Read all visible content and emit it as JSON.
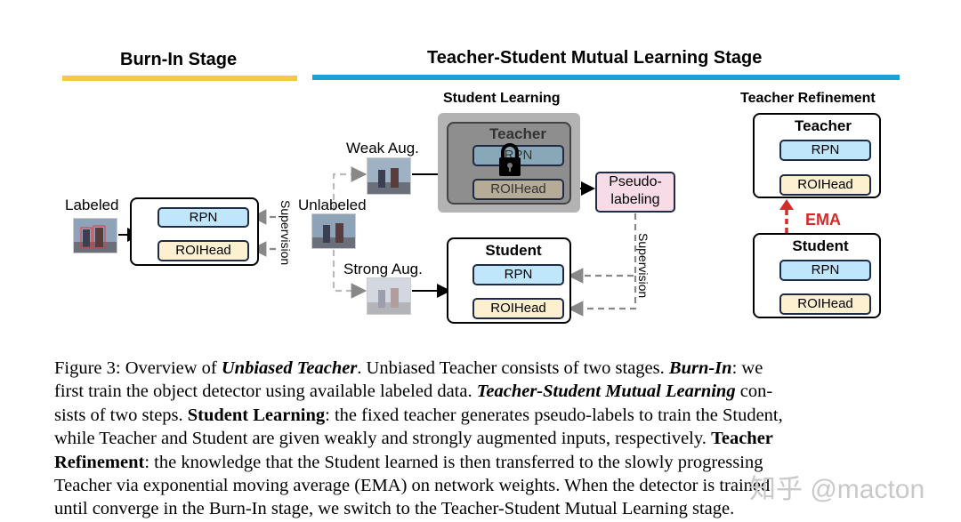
{
  "stages": {
    "burn_in": {
      "title": "Burn-In Stage",
      "color": "#f6c944"
    },
    "mutual": {
      "title": "Teacher-Student Mutual Learning Stage",
      "color": "#1ea0d6"
    }
  },
  "sections": {
    "student_learning": "Student Learning",
    "teacher_refinement": "Teacher Refinement"
  },
  "labels": {
    "labeled": "Labeled",
    "unlabeled": "Unlabeled",
    "weak_aug": "Weak Aug.",
    "strong_aug": "Strong Aug.",
    "supervision": "Supervision",
    "pseudo_labeling": "Pseudo-\nlabeling",
    "ema": "EMA"
  },
  "modules": {
    "rpn": "RPN",
    "roihead": "ROIHead",
    "teacher": "Teacher",
    "student": "Student"
  },
  "icons": [
    "lock-icon",
    "image-thumbnail"
  ],
  "caption": {
    "lines": [
      [
        {
          "t": "Figure 3:  Overview of ",
          "s": "n"
        },
        {
          "t": "Unbiased Teacher",
          "s": "bi"
        },
        {
          "t": ". Unbiased Teacher consists of two stages. ",
          "s": "n"
        },
        {
          "t": "Burn-In",
          "s": "bi"
        },
        {
          "t": ": we",
          "s": "n"
        }
      ],
      [
        {
          "t": "first train the object detector using available labeled data. ",
          "s": "n"
        },
        {
          "t": "Teacher-Student Mutual Learning",
          "s": "bi"
        },
        {
          "t": " con-",
          "s": "n"
        }
      ],
      [
        {
          "t": "sists of two steps. ",
          "s": "n"
        },
        {
          "t": "Student Learning",
          "s": "b"
        },
        {
          "t": ": the fixed teacher generates pseudo-labels to train the Student,",
          "s": "n"
        }
      ],
      [
        {
          "t": "while Teacher and Student are given weakly and strongly augmented inputs, respectively. ",
          "s": "n"
        },
        {
          "t": "Teacher",
          "s": "b"
        }
      ],
      [
        {
          "t": "Refinement",
          "s": "b"
        },
        {
          "t": ": the knowledge that the Student learned is then transferred to the slowly progressing",
          "s": "n"
        }
      ],
      [
        {
          "t": "Teacher via exponential moving average (EMA) on network weights. When the detector is trained",
          "s": "n"
        }
      ],
      [
        {
          "t": "until converge in the Burn-In stage, we switch to the Teacher-Student Mutual Learning stage.",
          "s": "n"
        }
      ]
    ]
  },
  "watermark": "知乎 @macton"
}
